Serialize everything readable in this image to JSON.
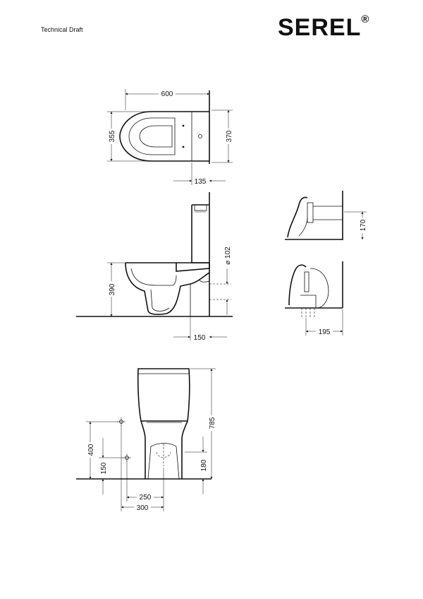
{
  "header": {
    "label": "Technical Draft"
  },
  "brand": {
    "name": "SEREL",
    "mark": "®"
  },
  "dimensions": {
    "top_width": "600",
    "top_left_depth": "355",
    "top_right_depth": "370",
    "top_tank_offset": "135",
    "side_height": "390",
    "side_outlet_offset": "150",
    "side_pipe_diameter": "⌀ 102",
    "outlet_height": "170",
    "floor_outlet_offset": "195",
    "front_total_height": "785",
    "front_supply_height": "400",
    "front_fix_height": "150",
    "front_center_height": "180",
    "front_fix_spacing": "250",
    "front_width": "300"
  }
}
